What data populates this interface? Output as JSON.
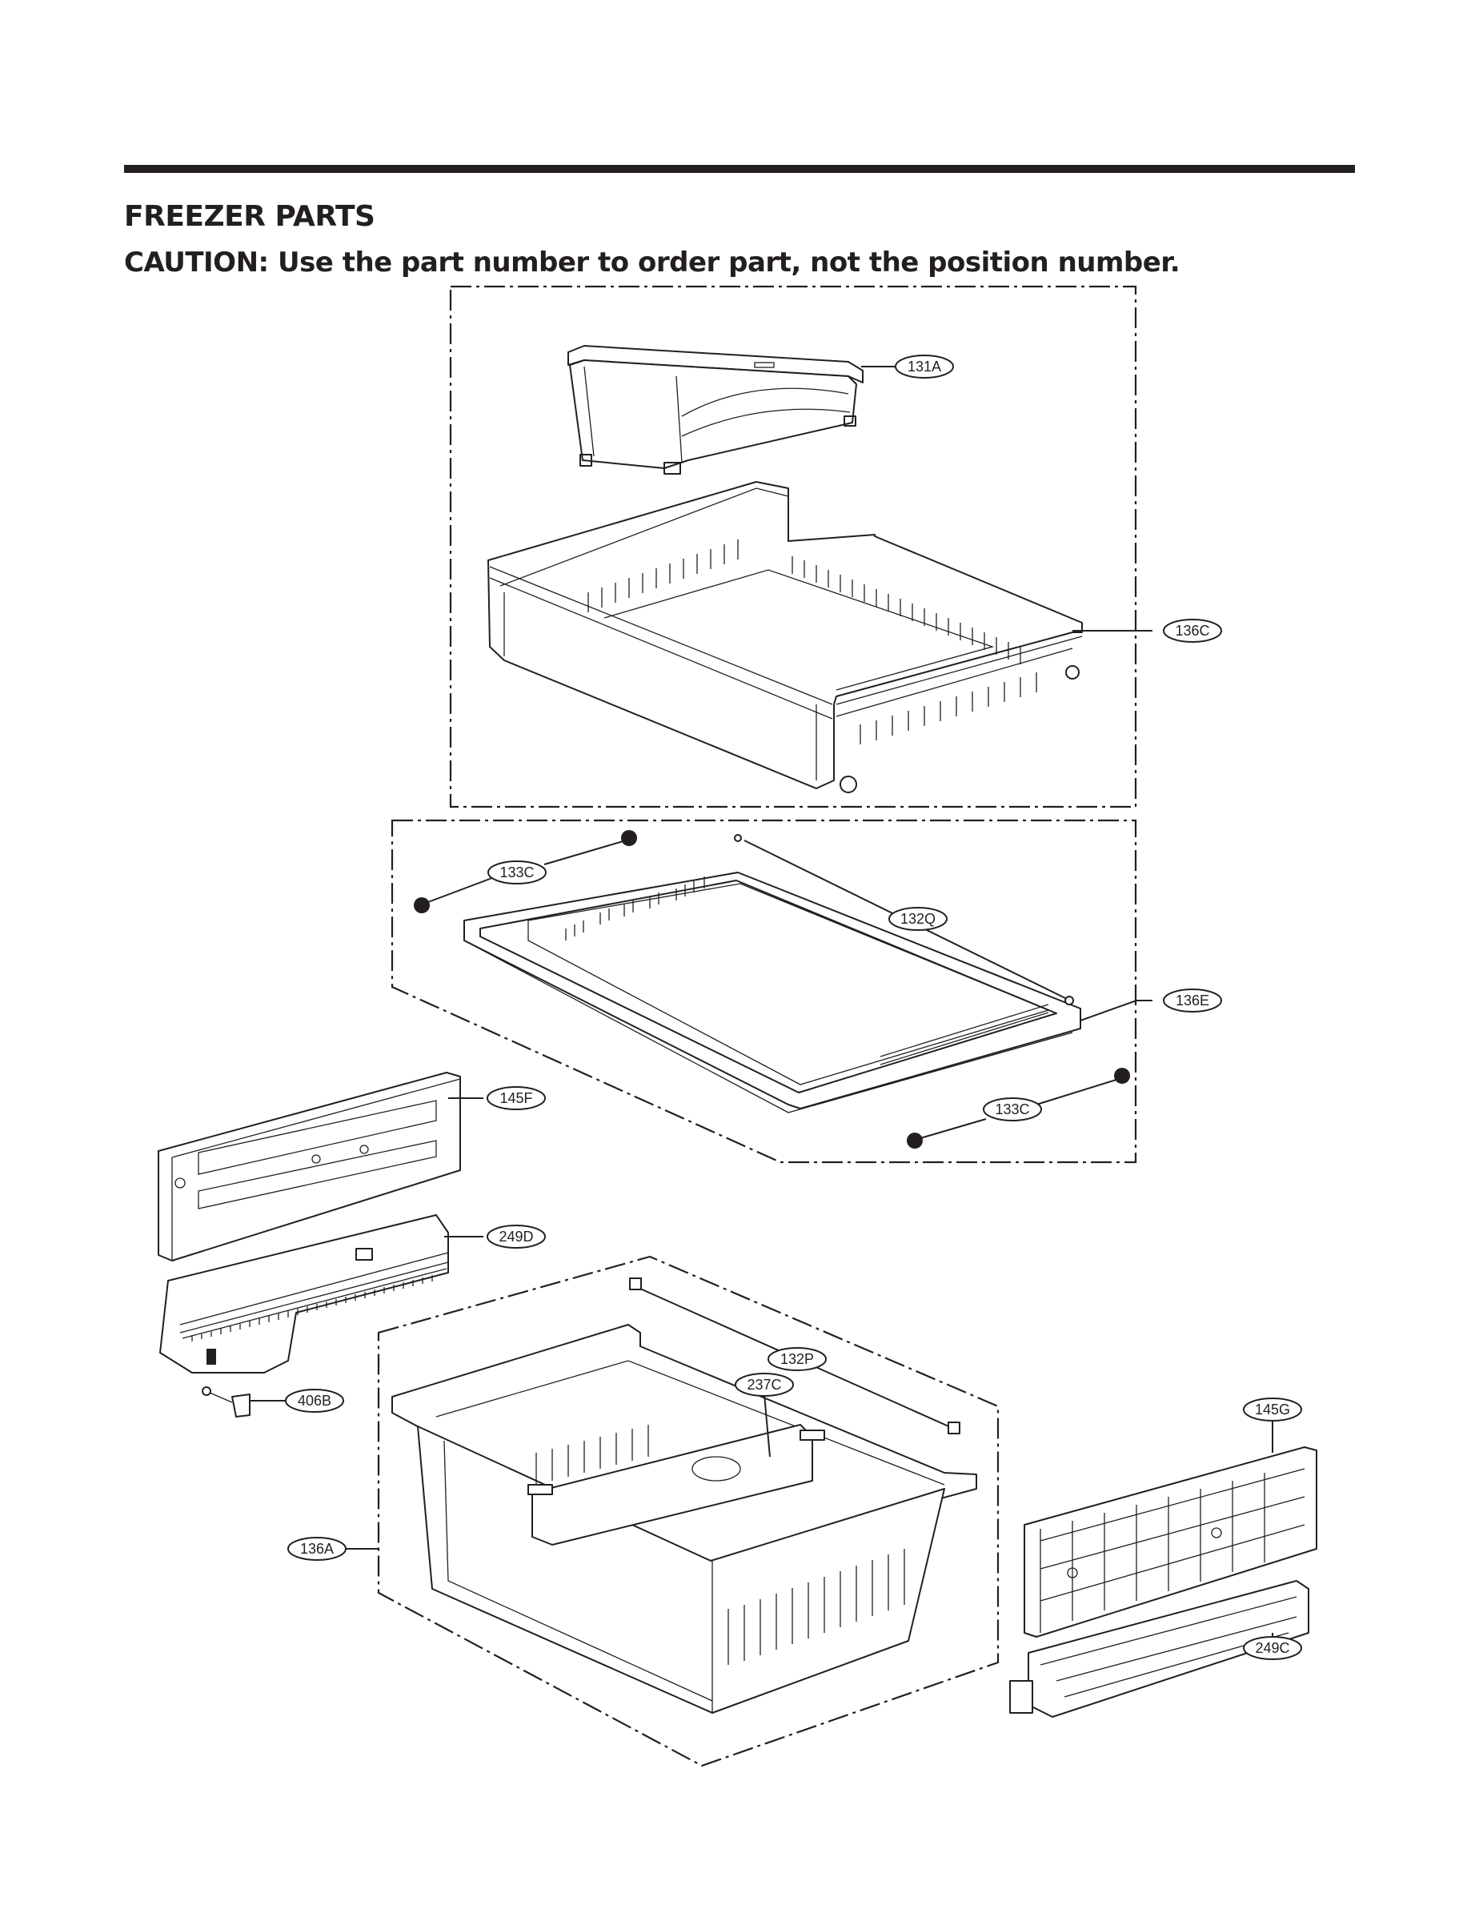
{
  "header": {
    "title": "FREEZER PARTS",
    "caution": "CAUTION: Use the part number to order part, not the position number."
  },
  "callouts": {
    "c131A": "131A",
    "c136C": "136C",
    "c133C_top": "133C",
    "c132Q": "132Q",
    "c136E": "136E",
    "c133C_bottom": "133C",
    "c145F": "145F",
    "c249D": "249D",
    "c406B": "406B",
    "c132P": "132P",
    "c237C": "237C",
    "c136A": "136A",
    "c145G": "145G",
    "c249C": "249C"
  }
}
